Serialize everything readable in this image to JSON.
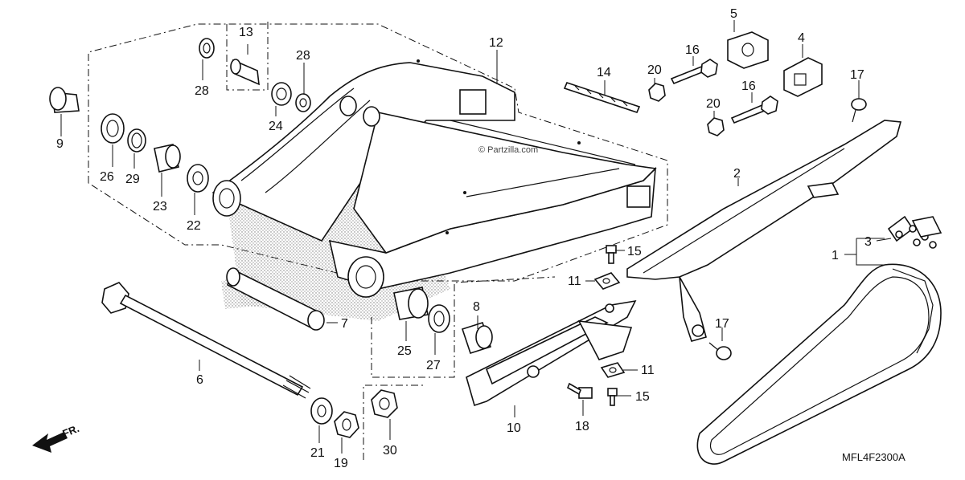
{
  "diagram": {
    "watermark": "© Partzilla.com",
    "code": "MFL4F2300A",
    "front_marker": "FR.",
    "callouts": [
      {
        "id": "c1",
        "text": "1"
      },
      {
        "id": "c2",
        "text": "2"
      },
      {
        "id": "c3",
        "text": "3"
      },
      {
        "id": "c4",
        "text": "4"
      },
      {
        "id": "c5",
        "text": "5"
      },
      {
        "id": "c6",
        "text": "6"
      },
      {
        "id": "c7",
        "text": "7"
      },
      {
        "id": "c8",
        "text": "8"
      },
      {
        "id": "c9",
        "text": "9"
      },
      {
        "id": "c10",
        "text": "10"
      },
      {
        "id": "c11a",
        "text": "11"
      },
      {
        "id": "c11b",
        "text": "11"
      },
      {
        "id": "c12",
        "text": "12"
      },
      {
        "id": "c13",
        "text": "13"
      },
      {
        "id": "c14",
        "text": "14"
      },
      {
        "id": "c15a",
        "text": "15"
      },
      {
        "id": "c15b",
        "text": "15"
      },
      {
        "id": "c16a",
        "text": "16"
      },
      {
        "id": "c16b",
        "text": "16"
      },
      {
        "id": "c17a",
        "text": "17"
      },
      {
        "id": "c17b",
        "text": "17"
      },
      {
        "id": "c18",
        "text": "18"
      },
      {
        "id": "c19",
        "text": "19"
      },
      {
        "id": "c20a",
        "text": "20"
      },
      {
        "id": "c20b",
        "text": "20"
      },
      {
        "id": "c21",
        "text": "21"
      },
      {
        "id": "c22",
        "text": "22"
      },
      {
        "id": "c23",
        "text": "23"
      },
      {
        "id": "c24",
        "text": "24"
      },
      {
        "id": "c25",
        "text": "25"
      },
      {
        "id": "c26",
        "text": "26"
      },
      {
        "id": "c27",
        "text": "27"
      },
      {
        "id": "c28a",
        "text": "28"
      },
      {
        "id": "c28b",
        "text": "28"
      },
      {
        "id": "c29",
        "text": "29"
      },
      {
        "id": "c30",
        "text": "30"
      }
    ]
  }
}
